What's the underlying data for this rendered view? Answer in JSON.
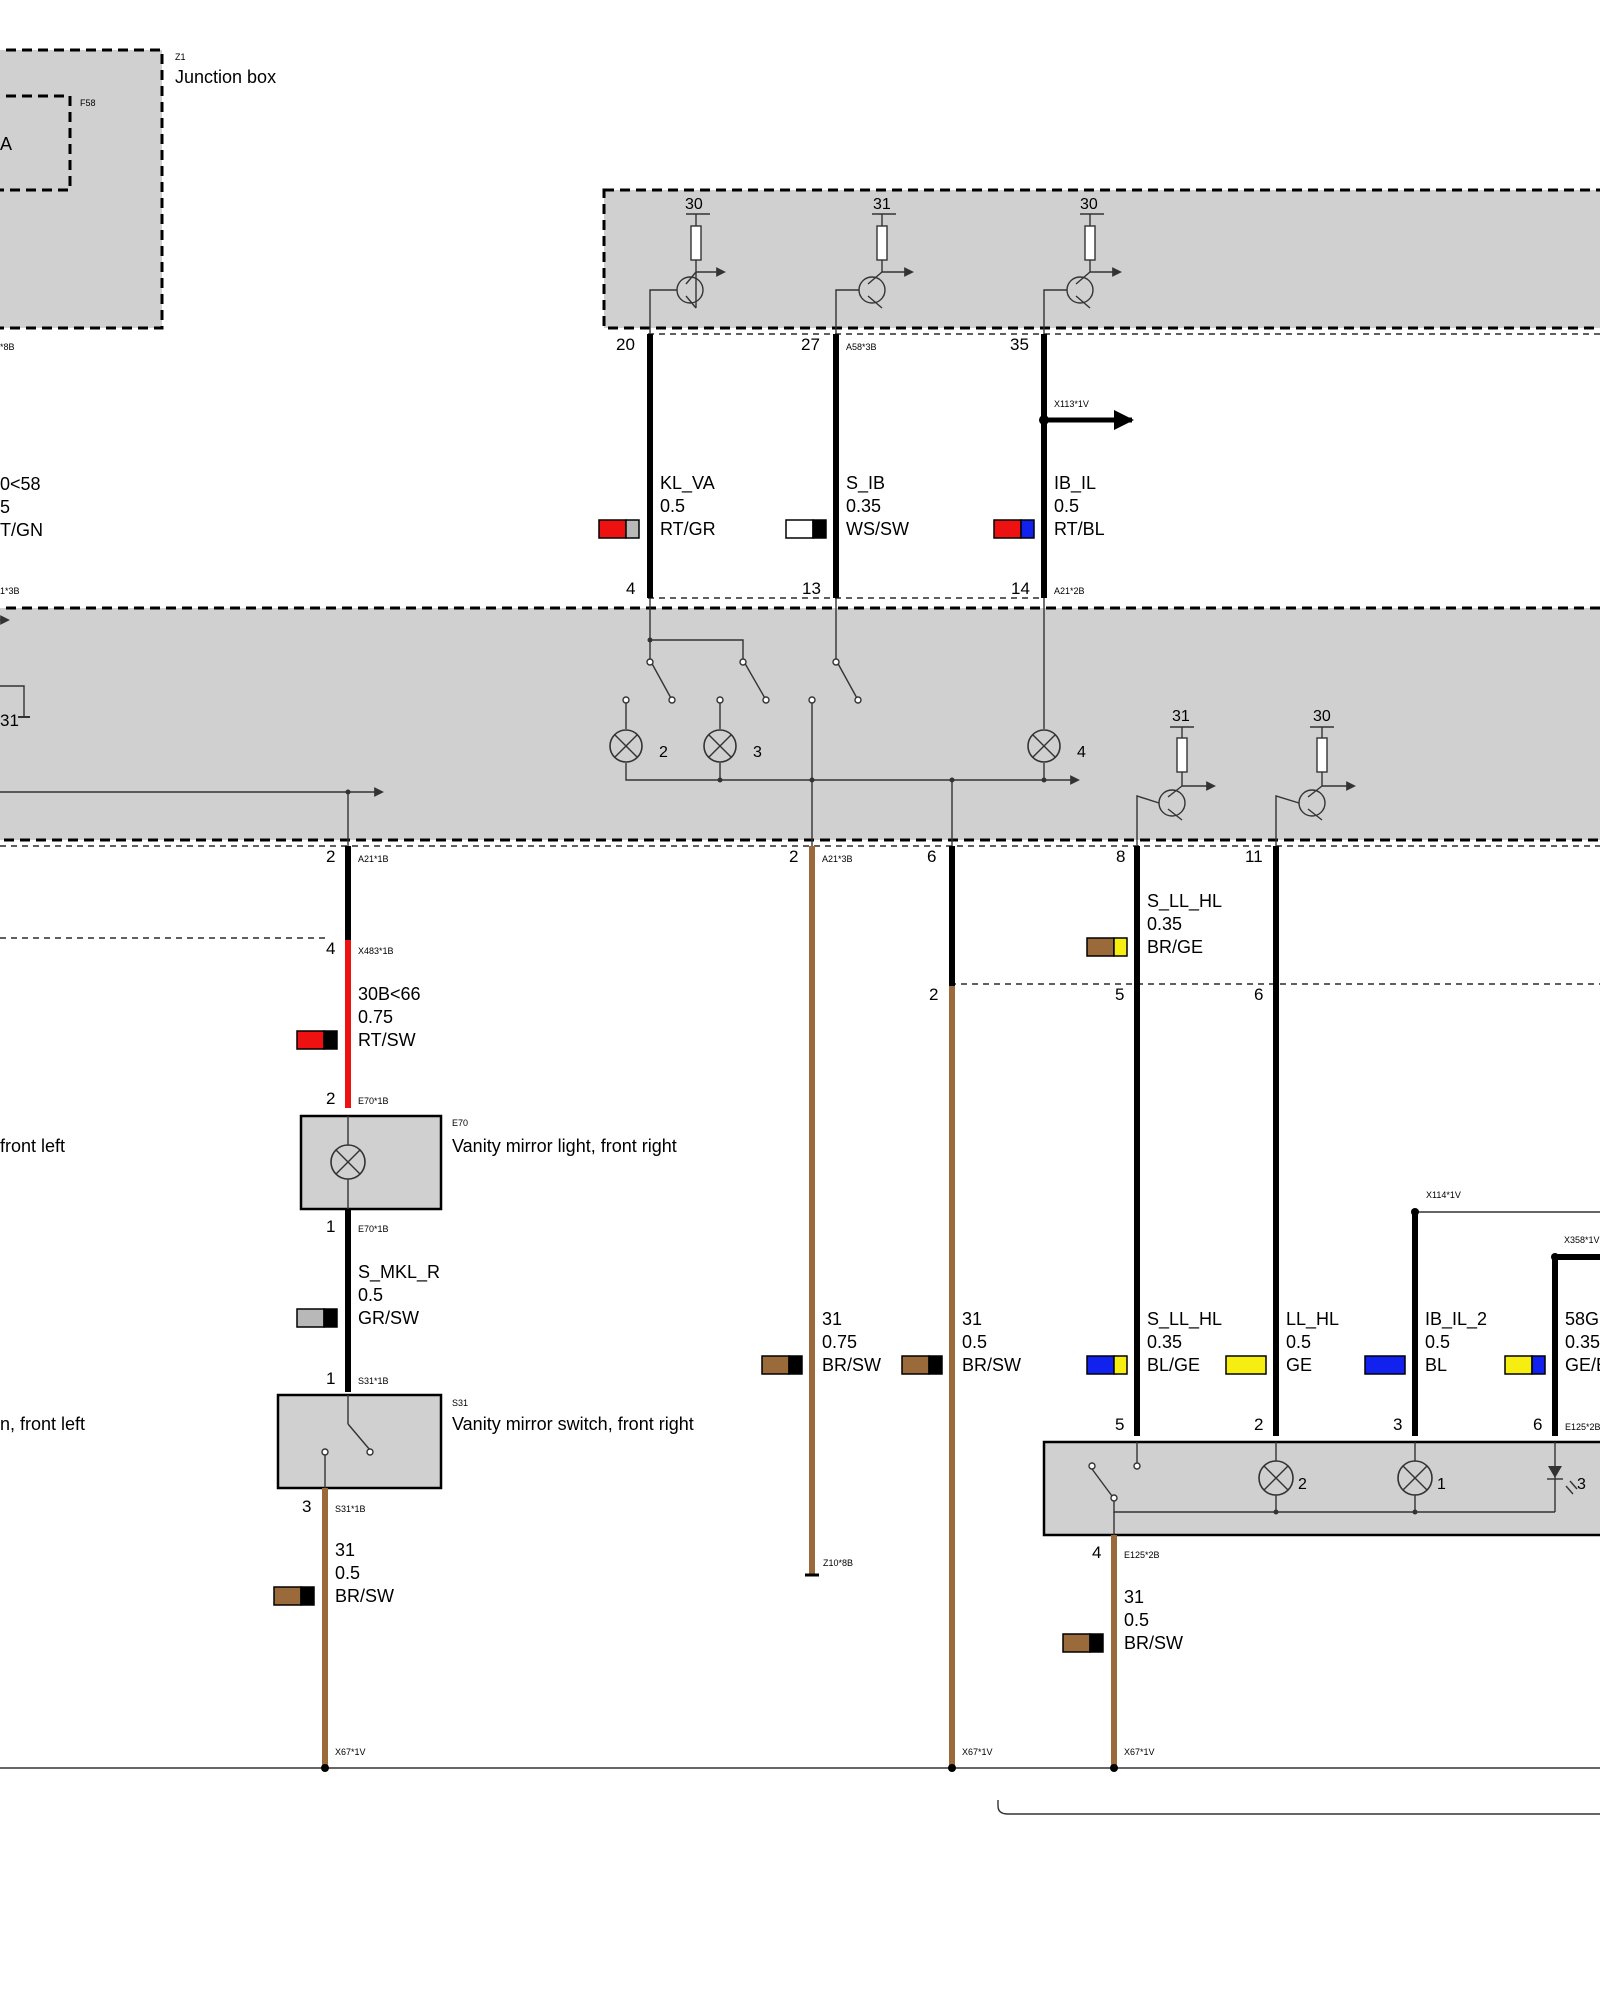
{
  "colors": {
    "black": "#000000",
    "brown": "#9a6a3a",
    "red": "#ee1111",
    "grey": "#b8b8b8",
    "white": "#ffffff",
    "blue": "#1122ee",
    "yellow": "#f5ee10",
    "green": "#119911",
    "box": "#d0d0d0"
  },
  "labels": {
    "z1_id": "Z1",
    "z1_name": "Junction box",
    "f58_id": "F58",
    "f58_frag": "A",
    "frag_8b": "*8B",
    "frag_130": "0<58",
    "frag_5": "5",
    "frag_tgn": "T/GN",
    "frag_13b": "1*3B",
    "frag_31": "31",
    "e70_id": "E70",
    "e70_name": "Vanity mirror light, front right",
    "s31_id": "S31",
    "s31_name": "Vanity mirror switch, front right",
    "left_frag_1": "front left",
    "left_frag_2": "n, front left"
  },
  "connectors": {
    "a58_3b": "A58*3B",
    "x113": "X113*1V",
    "a21_2b": "A21*2B",
    "a21_1b": "A21*1B",
    "a21_3b": "A21*3B",
    "x483": "X483*1B",
    "e70_1b_top": "E70*1B",
    "e70_1b_bot": "E70*1B",
    "s31_1b_top": "S31*1B",
    "s31_1b_bot": "S31*1B",
    "z10": "Z10*8B",
    "x114": "X114*1V",
    "x358": "X358*1V",
    "e125_2b_top": "E125*2B",
    "e125_2b_bot": "E125*2B",
    "x67_a": "X67*1V",
    "x67_b": "X67*1V",
    "x67_c": "X67*1V"
  },
  "pins": {
    "p20": "20",
    "p27": "27",
    "p35": "35",
    "p4": "4",
    "p13": "13",
    "p14": "14",
    "p2a": "2",
    "p2b": "2",
    "p6a": "6",
    "p8": "8",
    "p11": "11",
    "p4x": "4",
    "p2c": "2",
    "p2d": "2",
    "p5a": "5",
    "p6b": "6",
    "p1a": "1",
    "p1b": "1",
    "p3a": "3",
    "p5b": "5",
    "p2e": "2",
    "p3b": "3",
    "p6c": "6",
    "p4b": "4"
  },
  "supply": {
    "t1": "30",
    "t2": "31",
    "t3": "30",
    "t4": "31",
    "t5": "30"
  },
  "lamps": {
    "l2": "2",
    "l3": "3",
    "l4": "4",
    "m2": "2",
    "m1": "1",
    "m3": "3"
  },
  "wires": {
    "kl_va": {
      "signal": "KL_VA",
      "size": "0.5",
      "color": "RT/GR"
    },
    "s_ib": {
      "signal": "S_IB",
      "size": "0.35",
      "color": "WS/SW"
    },
    "ib_il": {
      "signal": "IB_IL",
      "size": "0.5",
      "color": "RT/BL"
    },
    "w30b66": {
      "signal": "30B<66",
      "size": "0.75",
      "color": "RT/SW"
    },
    "s_mkl_r": {
      "signal": "S_MKL_R",
      "size": "0.5",
      "color": "GR/SW"
    },
    "s_ll_hl_top": {
      "signal": "S_LL_HL",
      "size": "0.35",
      "color": "BR/GE"
    },
    "gnd_075": {
      "signal": "31",
      "size": "0.75",
      "color": "BR/SW"
    },
    "gnd_05": {
      "signal": "31",
      "size": "0.5",
      "color": "BR/SW"
    },
    "s_ll_hl_bot": {
      "signal": "S_LL_HL",
      "size": "0.35",
      "color": "BL/GE"
    },
    "ll_hl": {
      "signal": "LL_HL",
      "size": "0.5",
      "color": "GE"
    },
    "ib_il_2": {
      "signal": "IB_IL_2",
      "size": "0.5",
      "color": "BL"
    },
    "w58g": {
      "signal": "58G",
      "size": "0.35",
      "color": "GE/E"
    },
    "gnd_s31": {
      "signal": "31",
      "size": "0.5",
      "color": "BR/SW"
    },
    "gnd_e125": {
      "signal": "31",
      "size": "0.5",
      "color": "BR/SW"
    }
  }
}
